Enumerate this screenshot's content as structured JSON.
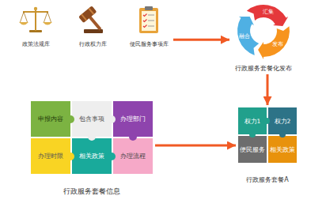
{
  "diagram": {
    "nodes": [
      {
        "text": [
          "政策法规库"
        ]
      },
      {
        "text": [
          "行政权力库"
        ]
      },
      {
        "text": [
          "便民服务事项库"
        ]
      },
      {
        "text": [
          "行政服务套餐化发布"
        ]
      },
      {
        "text": [
          "汇集"
        ],
        "in": 3
      },
      {
        "text": [
          "发布"
        ],
        "in": 3
      },
      {
        "text": [
          "融合"
        ],
        "in": 3
      },
      {
        "text": [
          "行政服务套餐信息"
        ]
      },
      {
        "text": [
          "申报内容"
        ],
        "in": 7
      },
      {
        "text": [
          "包含事项"
        ],
        "in": 7
      },
      {
        "text": [
          "办理部门"
        ],
        "in": 7
      },
      {
        "text": [
          "办理时限"
        ],
        "in": 7
      },
      {
        "text": [
          "相关政策"
        ],
        "in": 7
      },
      {
        "text": [
          "办理流程"
        ],
        "in": 7
      },
      {
        "text": [
          "行政服务套餐A"
        ]
      },
      {
        "text": [
          "权力1"
        ],
        "in": 14
      },
      {
        "text": [
          "权力2"
        ],
        "in": 14
      },
      {
        "text": [
          "便民服务"
        ],
        "in": 14
      },
      {
        "text": [
          "相关政策"
        ],
        "in": 14
      }
    ],
    "edges": [
      {
        "from": 2,
        "to": 3,
        "arrow": "to"
      },
      {
        "from": 3,
        "to": 14,
        "arrow": "to"
      },
      {
        "from": 7,
        "to": 14,
        "arrow": "to"
      }
    ]
  }
}
